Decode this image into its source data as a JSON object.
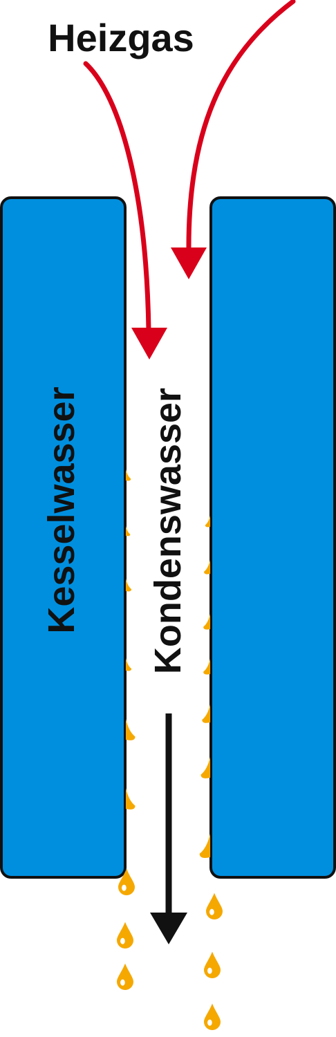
{
  "labels": {
    "gas": "Heizgas",
    "boiler_water": "Kesselwasser",
    "condensate": "Kondenswasser"
  },
  "colors": {
    "wall_fill": "#008fdf",
    "wall_stroke": "#111111",
    "gas_arrow": "#d9001b",
    "droplet": "#f5a800",
    "flow_arrow": "#111111",
    "text": "#111111"
  },
  "icons": {
    "droplet": "water-droplet-icon",
    "gas_flow": "gas-flow-arrow-icon",
    "condensate_flow": "down-arrow-icon"
  }
}
